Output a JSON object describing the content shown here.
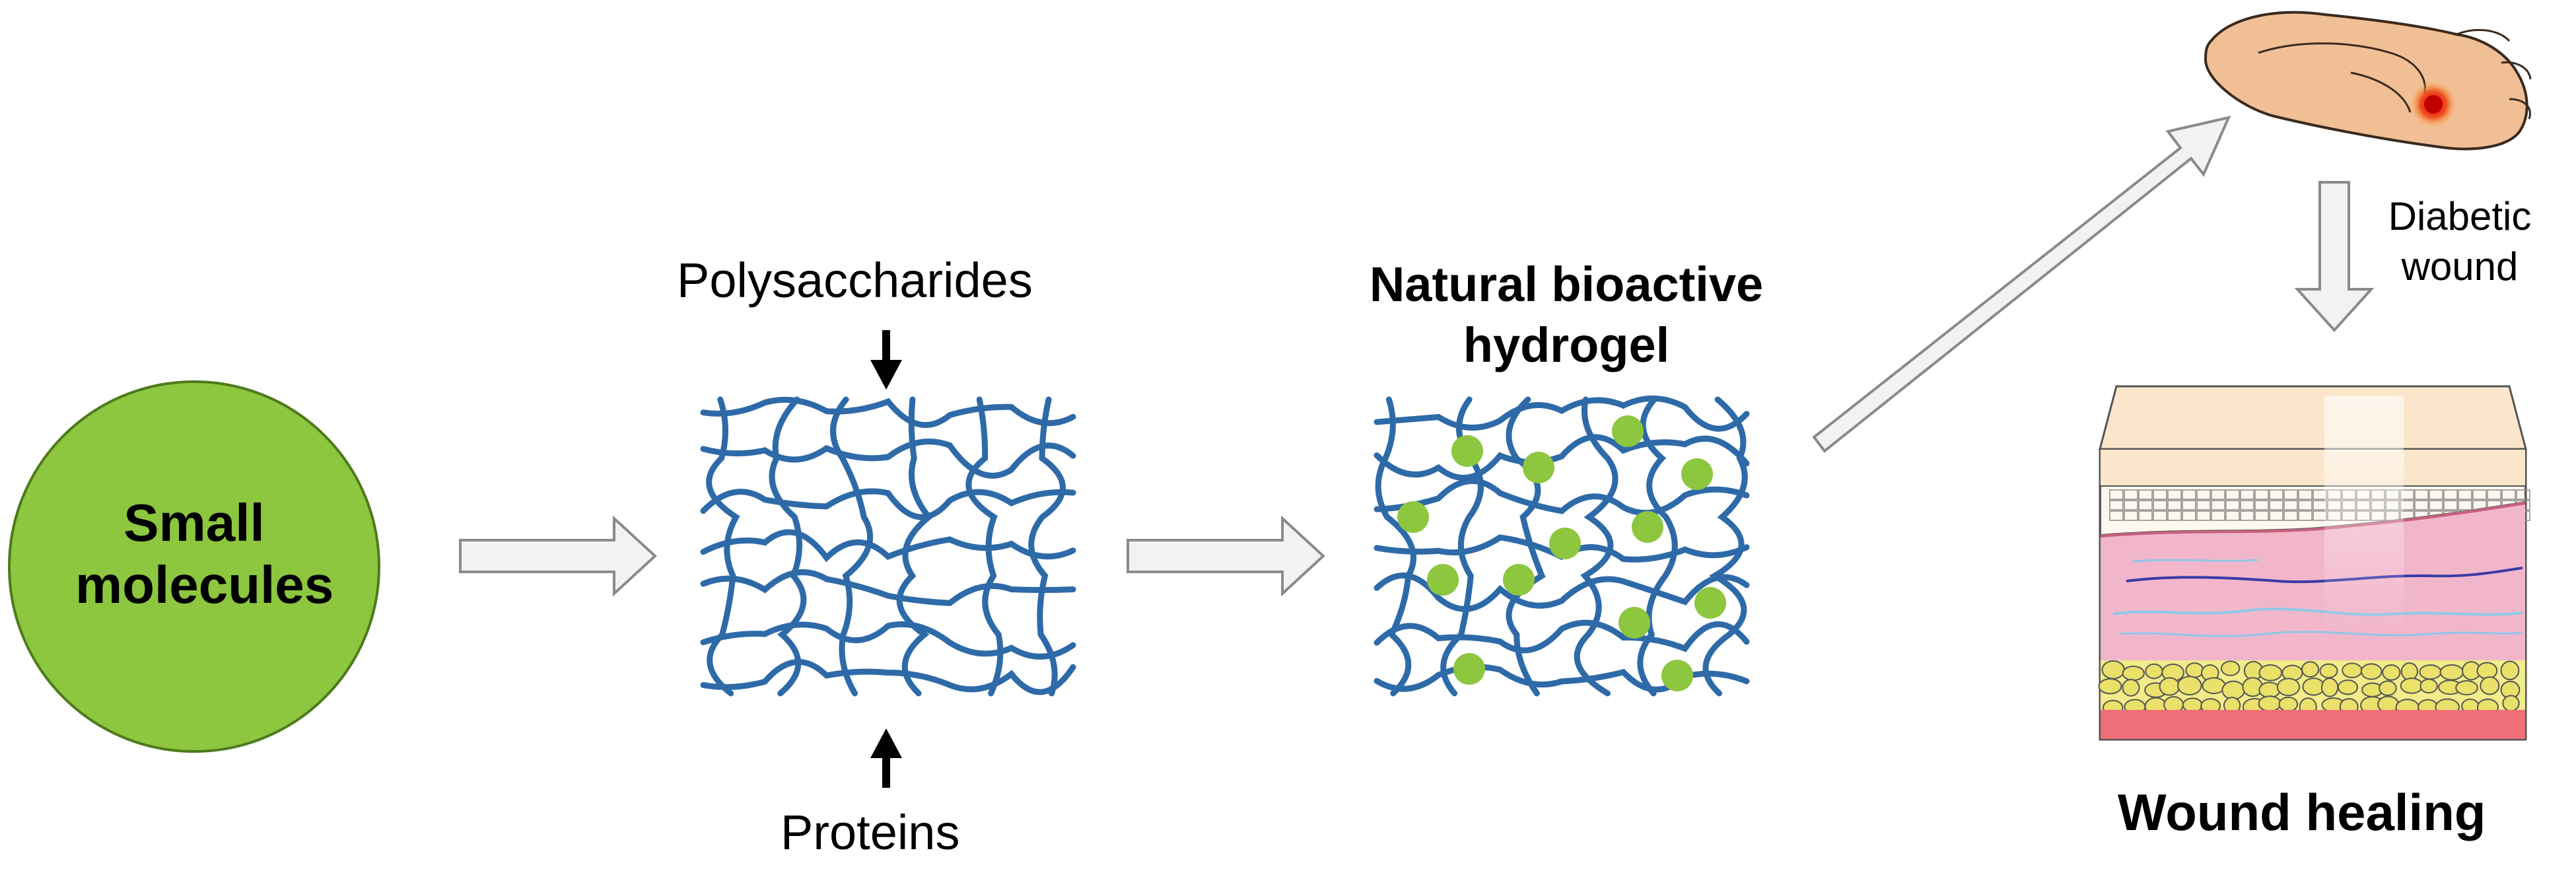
{
  "small_molecules": {
    "line1": "Small",
    "line2": "molecules",
    "color": "#8dc63f"
  },
  "polysaccharides_label": "Polysaccharides",
  "proteins_label": "Proteins",
  "hydrogel": {
    "line1": "Natural bioactive",
    "line2": "hydrogel"
  },
  "diabetic_wound": {
    "line1": "Diabetic",
    "line2": "wound"
  },
  "wound_healing_label": "Wound healing",
  "colors": {
    "fiber": "#2e6aa8",
    "particle": "#8dc63f",
    "arrow_fill": "#f2f2f2",
    "arrow_stroke": "#8a8a8a"
  }
}
